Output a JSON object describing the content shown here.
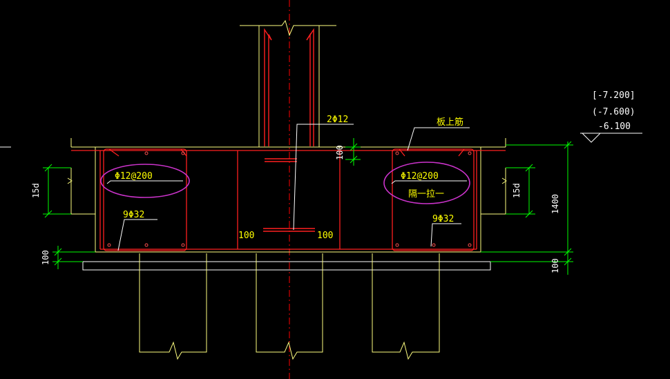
{
  "colors": {
    "background": "#000000",
    "concrete": "#ffff80",
    "rebar": "#ff2020",
    "dimension": "#00ff00",
    "annotation": "#ffff00",
    "highlight": "#cc33cc",
    "leader": "#ffffff",
    "centerline": "#ff0000"
  },
  "annotations": {
    "column_bars": "2Φ12",
    "slab_top_rebar": "板上筋",
    "left_stirrup": "Φ12@200",
    "right_stirrup": "Φ12@200",
    "right_stirrup_note": "隔一拉一",
    "left_main_bars": "9Φ32",
    "right_main_bars": "9Φ32",
    "left_hook_len": "100",
    "right_hook_len": "100"
  },
  "elevations": {
    "line1": "[-7.200]",
    "line2": "(-7.600)",
    "line3": "-6.100"
  },
  "dimensions": {
    "top_cover": "100",
    "beam_depth": "1400",
    "bottom_cover_left": "100",
    "bottom_cover_right": "100",
    "anchor_left": "15d",
    "anchor_right": "15d"
  }
}
